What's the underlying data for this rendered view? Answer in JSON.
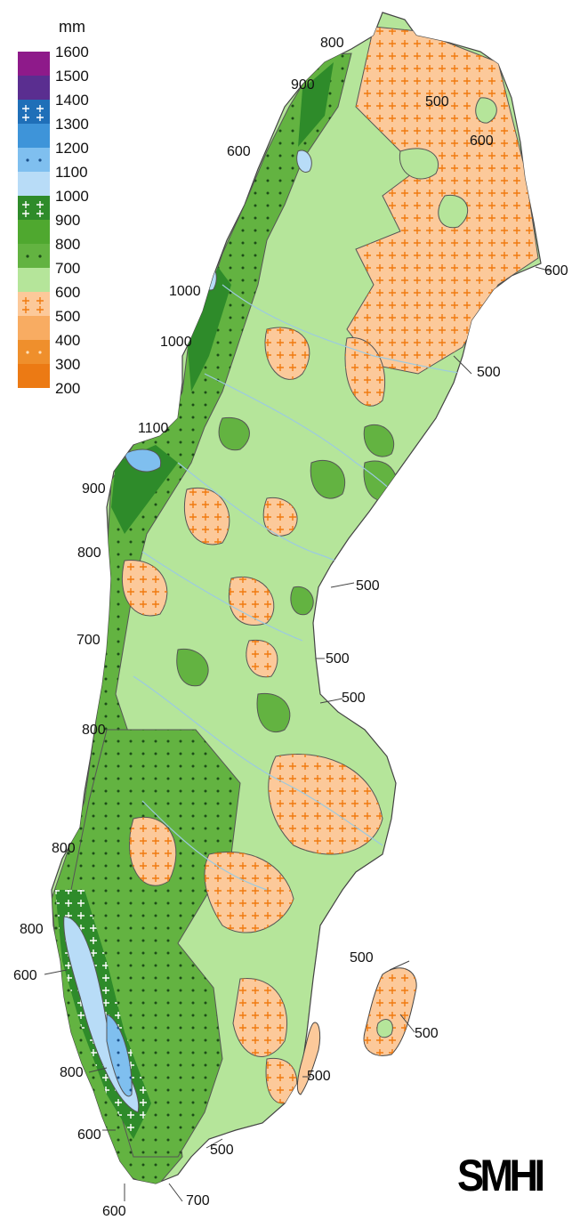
{
  "legend": {
    "unit": "mm",
    "bands": [
      {
        "from": 1500,
        "to": 1600,
        "color": "#8e1a8a",
        "pattern": "none"
      },
      {
        "from": 1400,
        "to": 1500,
        "color": "#5a2e90",
        "pattern": "none"
      },
      {
        "from": 1300,
        "to": 1400,
        "color": "#1f6fb8",
        "pattern": "cross"
      },
      {
        "from": 1200,
        "to": 1300,
        "color": "#3e94d9",
        "pattern": "none"
      },
      {
        "from": 1100,
        "to": 1200,
        "color": "#7fbfef",
        "pattern": "dot"
      },
      {
        "from": 1000,
        "to": 1100,
        "color": "#b8dcf7",
        "pattern": "none"
      },
      {
        "from": 900,
        "to": 1000,
        "color": "#2e8b2a",
        "pattern": "cross"
      },
      {
        "from": 800,
        "to": 900,
        "color": "#4fa82f",
        "pattern": "none"
      },
      {
        "from": 700,
        "to": 800,
        "color": "#63b341",
        "pattern": "dot"
      },
      {
        "from": 600,
        "to": 700,
        "color": "#b5e59a",
        "pattern": "none"
      },
      {
        "from": 500,
        "to": 600,
        "color": "#fcc99a",
        "pattern": "cross"
      },
      {
        "from": 400,
        "to": 500,
        "color": "#f8ac62",
        "pattern": "none"
      },
      {
        "from": 300,
        "to": 400,
        "color": "#ef8f2c",
        "pattern": "dot"
      },
      {
        "from": 200,
        "to": 300,
        "color": "#ec7a14",
        "pattern": "none"
      }
    ],
    "ticks": [
      "1600",
      "1500",
      "1400",
      "1300",
      "1200",
      "1100",
      "1000",
      "900",
      "800",
      "700",
      "600",
      "500",
      "400",
      "300",
      "200"
    ]
  },
  "colors": {
    "land_base": "#b5e59a",
    "low_zone": "#fcc99a",
    "mid_green": "#63b341",
    "dark_green": "#2e8b2a",
    "light_blue": "#b8dcf7",
    "mid_blue": "#7fbfef",
    "contour": "#555555",
    "river": "#9ccae0",
    "pattern_mark": "#f07a10"
  },
  "map_labels": [
    "800",
    "900",
    "500",
    "600",
    "600",
    "600",
    "1000",
    "1000",
    "500",
    "1100",
    "900",
    "800",
    "500",
    "700",
    "500",
    "500",
    "800",
    "800",
    "800",
    "600",
    "500",
    "500",
    "800",
    "500",
    "600",
    "500",
    "700",
    "600"
  ],
  "logo": "SMHI"
}
